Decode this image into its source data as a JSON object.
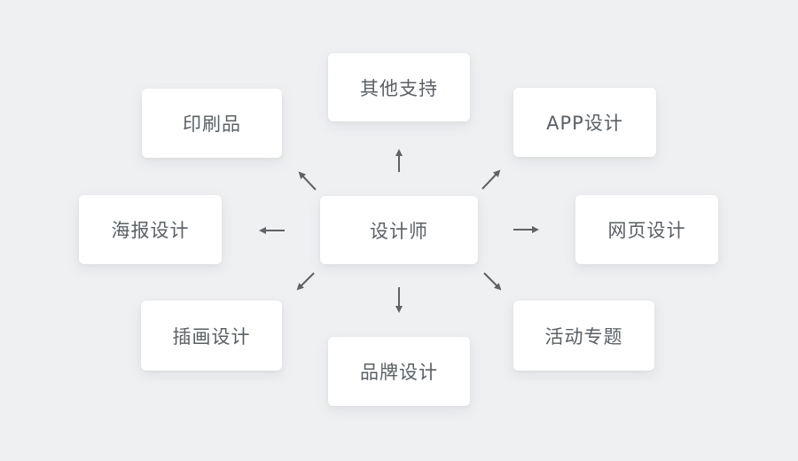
{
  "diagram": {
    "title": "designer-skills-mindmap",
    "center": {
      "label": "设计师"
    },
    "nodes": [
      {
        "position": "top",
        "label": "其他支持"
      },
      {
        "position": "top-right",
        "label": "APP设计"
      },
      {
        "position": "right",
        "label": "网页设计"
      },
      {
        "position": "bottom-right",
        "label": "活动专题"
      },
      {
        "position": "bottom",
        "label": "品牌设计"
      },
      {
        "position": "bottom-left",
        "label": "插画设计"
      },
      {
        "position": "left",
        "label": "海报设计"
      },
      {
        "position": "top-left",
        "label": "印刷品"
      }
    ],
    "colors": {
      "background": "#eff0f2",
      "card": "#ffffff",
      "text": "#5a6066",
      "arrow": "#5f6366"
    }
  }
}
